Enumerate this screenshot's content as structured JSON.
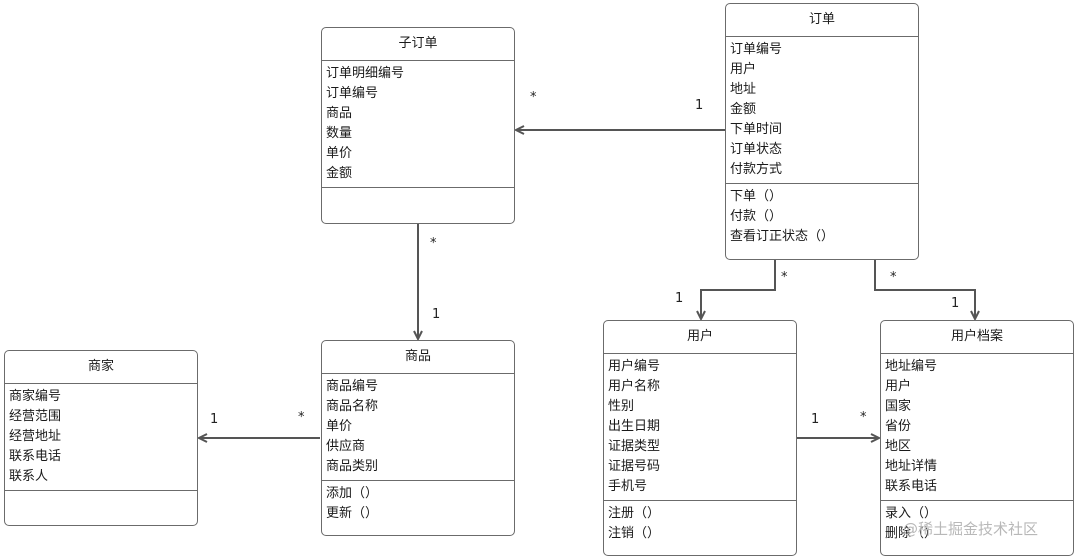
{
  "classes": {
    "suborder": {
      "name": "子订单",
      "attributes": [
        "订单明细编号",
        "订单编号",
        "商品",
        "数量",
        "单价",
        "金额"
      ],
      "operations": []
    },
    "order": {
      "name": "订单",
      "attributes": [
        "订单编号",
        "用户",
        "地址",
        "金额",
        "下单时间",
        "订单状态",
        "付款方式"
      ],
      "operations": [
        "下单（）",
        "付款（）",
        "查看订正状态（）"
      ]
    },
    "merchant": {
      "name": "商家",
      "attributes": [
        "商家编号",
        "经营范围",
        "经营地址",
        "联系电话",
        "联系人"
      ],
      "operations": []
    },
    "product": {
      "name": "商品",
      "attributes": [
        "商品编号",
        "商品名称",
        "单价",
        "供应商",
        "商品类别"
      ],
      "operations": [
        "添加（）",
        "更新（）"
      ]
    },
    "user": {
      "name": "用户",
      "attributes": [
        "用户编号",
        "用户名称",
        "性别",
        "出生日期",
        "证据类型",
        "证据号码",
        "手机号"
      ],
      "operations": [
        "注册（）",
        "注销（）"
      ]
    },
    "profile": {
      "name": "用户档案",
      "attributes": [
        "地址编号",
        "用户",
        "国家",
        "省份",
        "地区",
        "地址详情",
        "联系电话"
      ],
      "operations": [
        "录入（）",
        "删除（）"
      ]
    }
  },
  "multiplicities": {
    "order_suborder_src": "1",
    "order_suborder_dst": "*",
    "suborder_product_src": "*",
    "suborder_product_dst": "1",
    "product_merchant_src": "*",
    "product_merchant_dst": "1",
    "order_user_src": "*",
    "order_user_dst": "1",
    "order_profile_src": "*",
    "order_profile_dst": "1",
    "user_profile_src": "1",
    "user_profile_dst": "*"
  },
  "watermark": "@稀土掘金技术社区",
  "colors": {
    "line": "#555555",
    "border": "#6b6b6b"
  }
}
